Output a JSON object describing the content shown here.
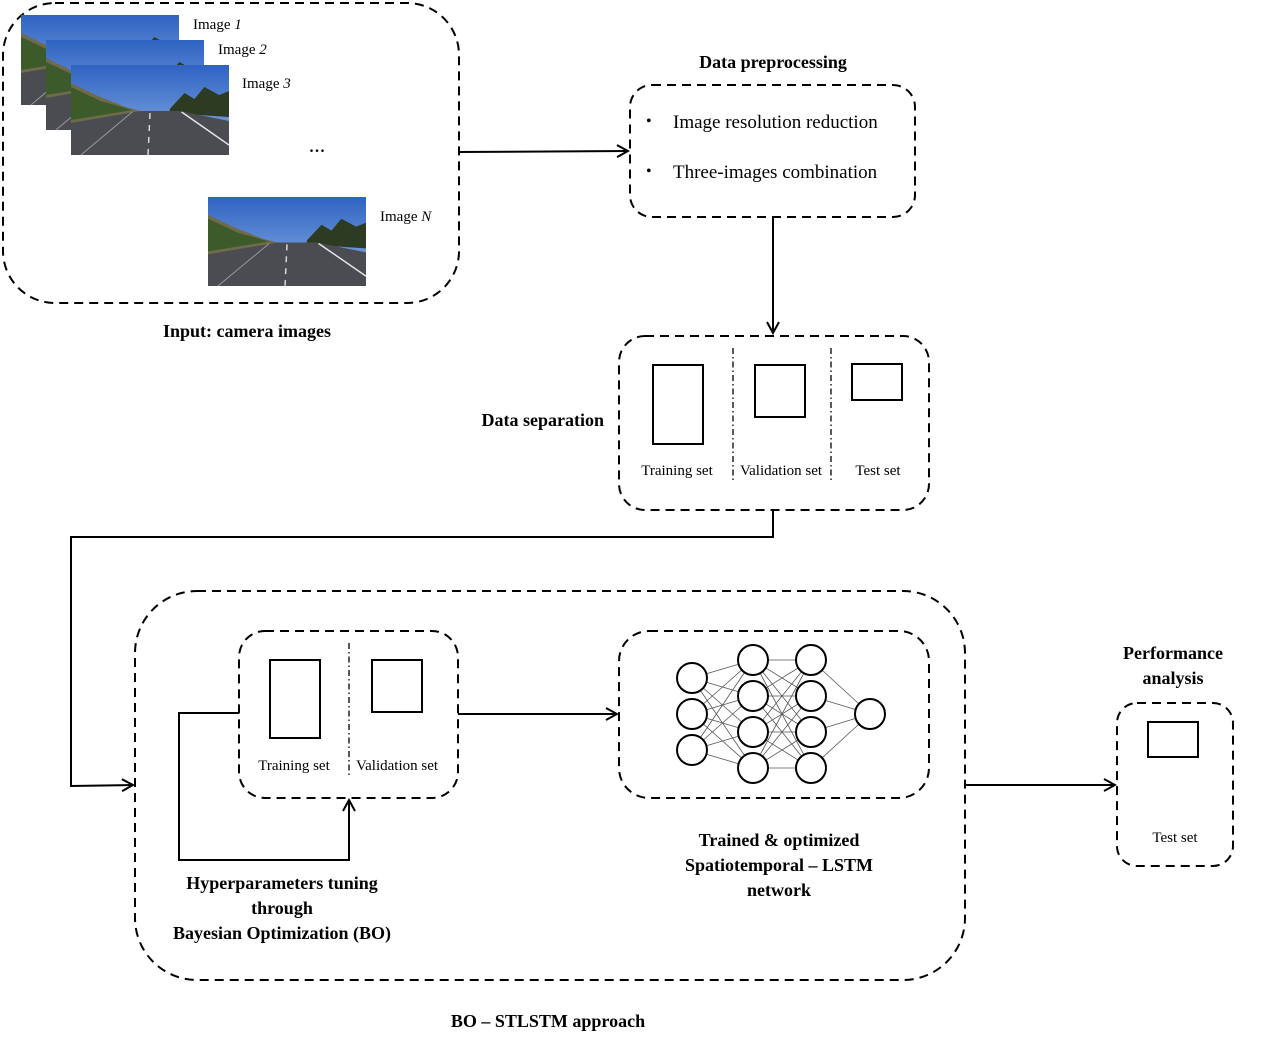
{
  "input": {
    "title": "Input: camera images",
    "images": [
      {
        "label": "Image ",
        "index": "1"
      },
      {
        "label": "Image ",
        "index": "2"
      },
      {
        "label": "Image ",
        "index": "3"
      },
      {
        "label": "Image ",
        "index": "N"
      }
    ],
    "ellipsis": "..."
  },
  "preprocessing": {
    "title": "Data preprocessing",
    "bullet": "•",
    "items": [
      "Image resolution reduction",
      "Three-images combination"
    ]
  },
  "separation": {
    "title": "Data separation",
    "sets": [
      "Training set",
      "Validation set",
      "Test set"
    ]
  },
  "bo_stage": {
    "sets": [
      "Training set",
      "Validation set"
    ],
    "tuning_label": [
      "Hyperparameters tuning",
      "through",
      "Bayesian Optimization (BO)"
    ],
    "network_label": [
      "Trained & optimized",
      "Spatiotemporal – LSTM",
      "network"
    ],
    "approach_title": "BO – STLSTM approach"
  },
  "performance": {
    "title": [
      "Performance",
      "analysis"
    ],
    "set": "Test set"
  },
  "neural_network": {
    "layers": [
      3,
      4,
      4,
      1
    ]
  },
  "colors": {
    "line": "#000000",
    "sky": "#3f73c8",
    "road": "#4a4c52",
    "vegetation": "#3d5a2a"
  }
}
